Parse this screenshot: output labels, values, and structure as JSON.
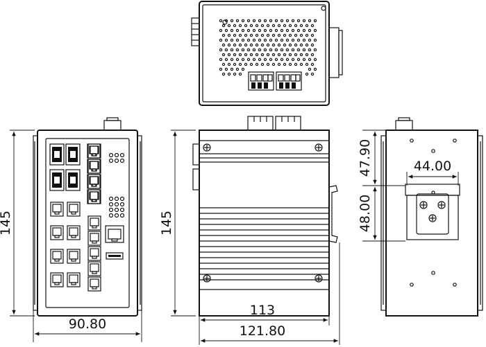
{
  "dimensions": {
    "height_front": "145",
    "width_front": "90.80",
    "height_side": "145",
    "width_side_inner": "113",
    "width_side_outer": "121.80",
    "rear_top_offset": "47.90",
    "rear_rail_height": "48.00",
    "rear_rail_width": "44.00"
  },
  "colors": {
    "line": "#111111",
    "background": "#ffffff"
  }
}
